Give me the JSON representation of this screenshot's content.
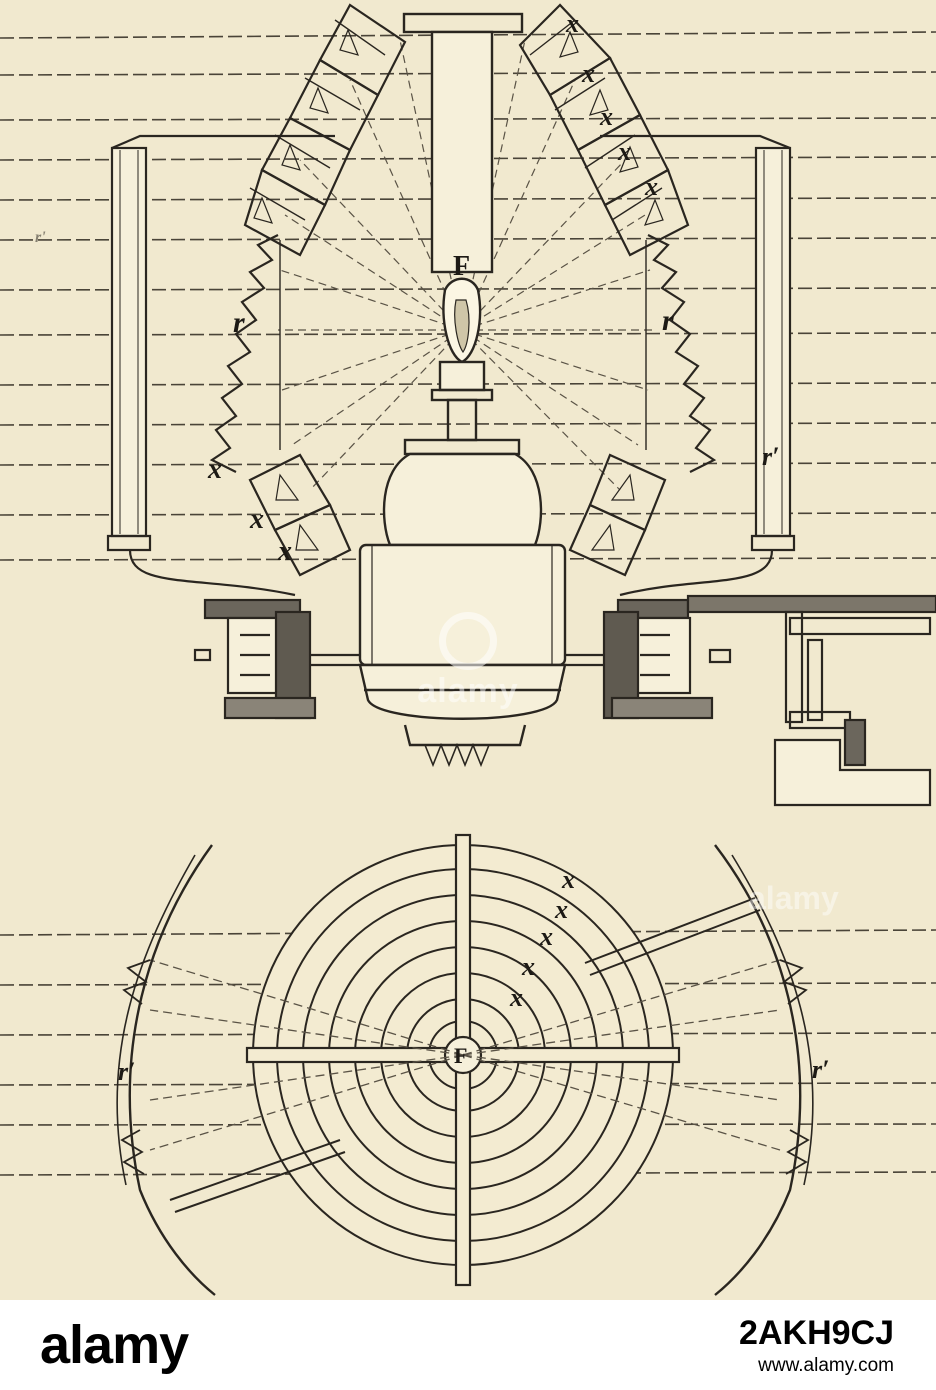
{
  "diagram": {
    "labels": {
      "focus_upper": "F",
      "focus_lower": "F",
      "prism": "x",
      "refractor": "r",
      "refractor_prime": "r′",
      "stray": "r'"
    }
  },
  "watermark": {
    "center_text": "alamy",
    "upper_right_text": "alamy"
  },
  "footer": {
    "brand": "alamy",
    "image_id": "2AKH9CJ",
    "site": "www.alamy.com"
  },
  "colors": {
    "paper": "#f1e9cf",
    "ink": "#2a2620",
    "footer_bg": "#ffffff"
  }
}
